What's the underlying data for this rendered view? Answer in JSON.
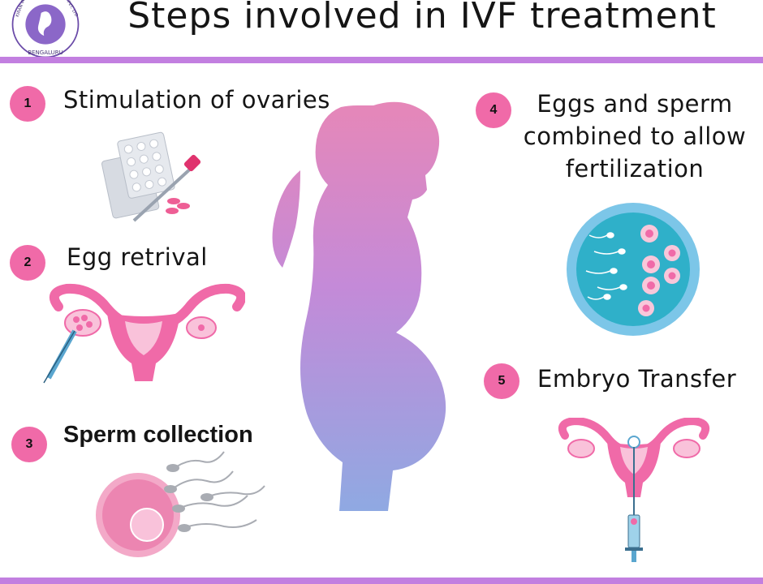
{
  "header": {
    "title": "Steps involved in IVF treatment",
    "logo": {
      "top_text": "KIRAN INFERTILITY CENTRE PVT. LTD",
      "bottom_text": "BENGALURU"
    }
  },
  "steps": [
    {
      "number": "1",
      "label": "Stimulation of ovaries"
    },
    {
      "number": "2",
      "label": "Egg retrival"
    },
    {
      "number": "3",
      "label": "Sperm collection"
    },
    {
      "number": "4",
      "label": "Eggs and sperm combined to allow fertilization"
    },
    {
      "number": "5",
      "label": "Embryo Transfer"
    }
  ],
  "colors": {
    "accent_rule": "#c27fe0",
    "badge": "#f06aa8",
    "silhouette_top": "#e687b8",
    "silhouette_bottom": "#8fa9e2"
  }
}
